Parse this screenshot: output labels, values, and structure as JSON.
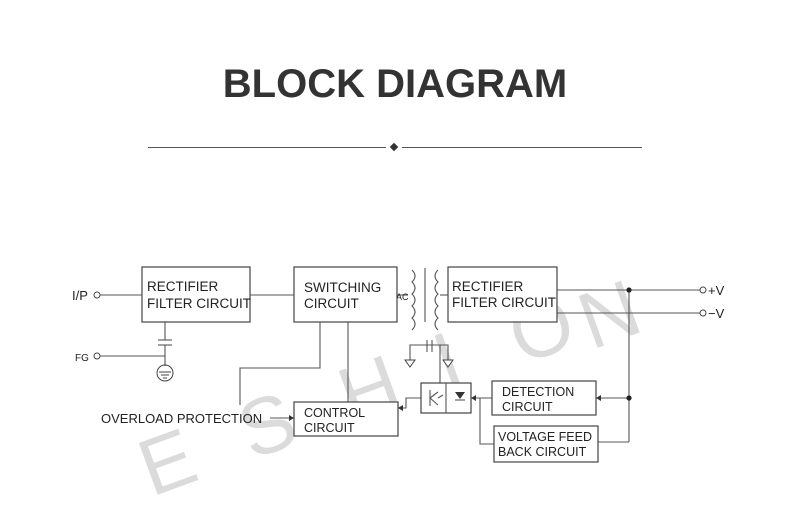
{
  "title": "BLOCK DIAGRAM",
  "watermark": [
    "E",
    "S",
    "H",
    "I",
    "O",
    "N"
  ],
  "terminals": {
    "input": "I/P",
    "ground": "FG",
    "ac": "AC",
    "plus_v": "+V",
    "minus_v": "−V"
  },
  "blocks": {
    "rectifier_in": [
      "RECTIFIER",
      "FILTER CIRCUIT"
    ],
    "switching": [
      "SWITCHING",
      "CIRCUIT"
    ],
    "rectifier_out": [
      "RECTIFIER",
      "FILTER CIRCUIT"
    ],
    "overload": "OVERLOAD PROTECTION",
    "control": [
      "CONTROL",
      "CIRCUIT"
    ],
    "detection": [
      "DETECTION",
      "CIRCUIT"
    ],
    "voltage_feedback": [
      "VOLTAGE FEED",
      "BACK CIRCUIT"
    ]
  }
}
